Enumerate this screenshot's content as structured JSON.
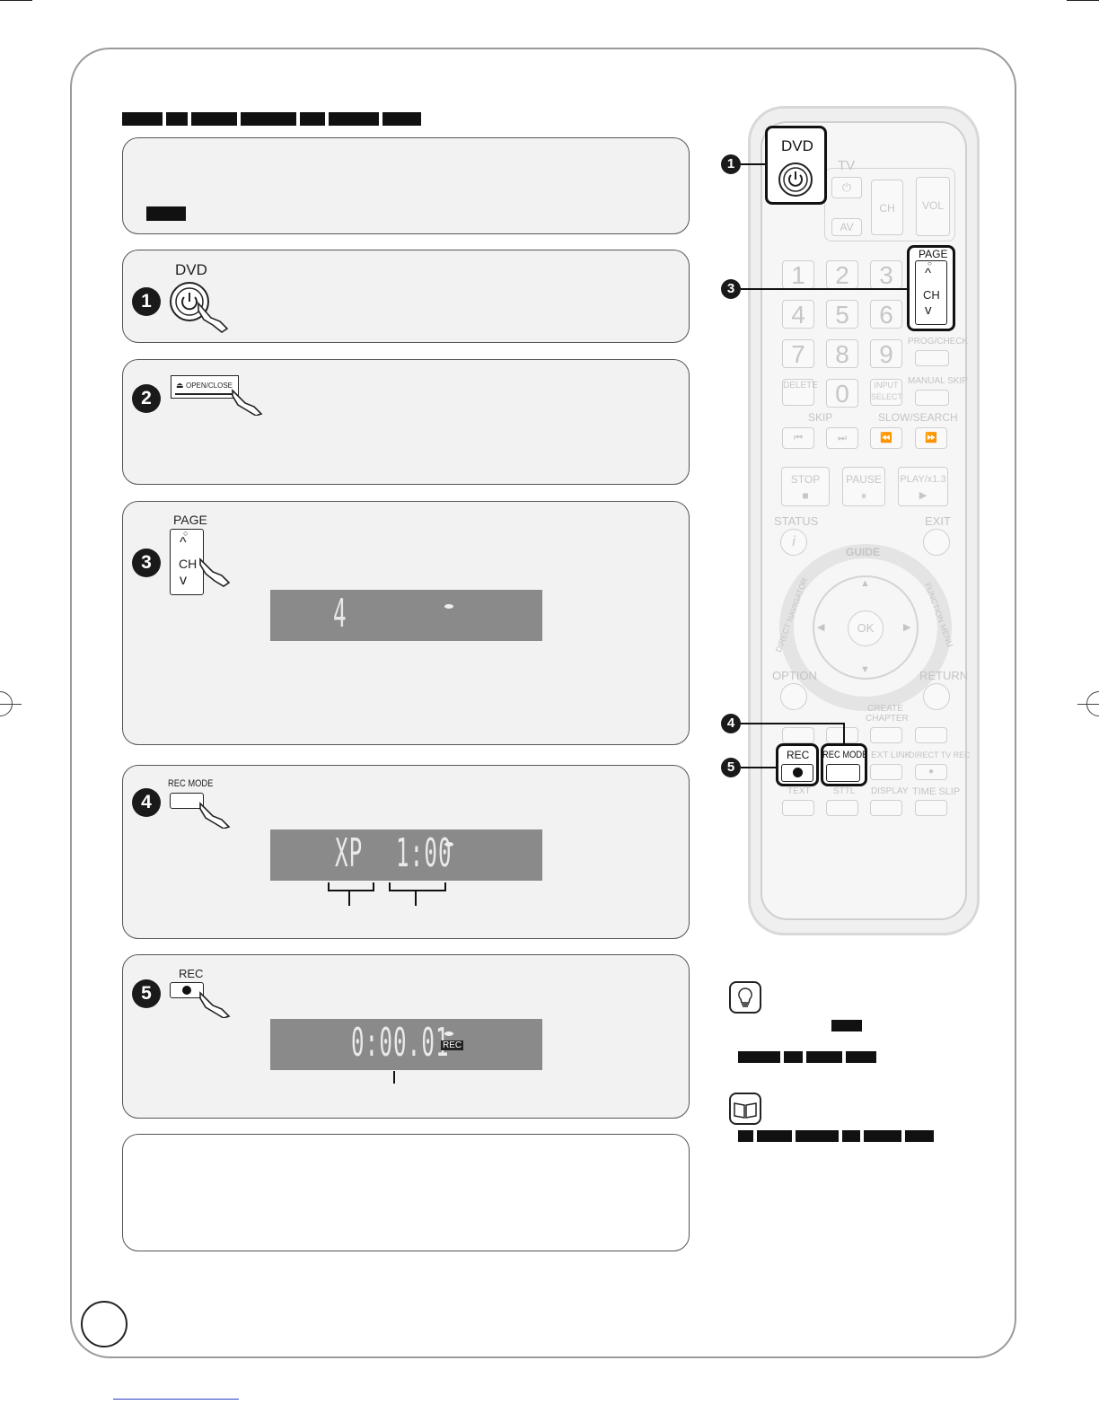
{
  "remote_labels": {
    "dvd": "DVD",
    "tv": "TV",
    "av": "AV",
    "ch": "CH",
    "vol": "VOL",
    "page": "PAGE",
    "prog_check": "PROG/CHECK",
    "delete": "DELETE",
    "input_select": "INPUT SELECT",
    "manual_skip": "MANUAL SKIP",
    "skip": "SKIP",
    "slow_search": "SLOW/SEARCH",
    "stop": "STOP",
    "pause": "PAUSE",
    "play": "PLAY/x1.3",
    "status": "STATUS",
    "exit": "EXIT",
    "guide": "GUIDE",
    "direct_navigator": "DIRECT NAVIGATOR",
    "function_menu": "FUNCTION MENU",
    "ok": "OK",
    "option": "OPTION",
    "return": "RETURN",
    "create_chapter": "CREATE CHAPTER",
    "rec": "REC",
    "rec_mode": "REC MODE",
    "ext_link": "EXT LINK",
    "direct_tv_rec": "DIRECT TV REC",
    "text": "TEXT",
    "sttl": "STTL",
    "display": "DISPLAY",
    "time_slip": "TIME SLIP",
    "digits": [
      "1",
      "2",
      "3",
      "4",
      "5",
      "6",
      "7",
      "8",
      "9",
      "0"
    ]
  },
  "steps": {
    "s1": {
      "num": "1",
      "key": "DVD"
    },
    "s2": {
      "num": "2",
      "key": "OPEN/CLOSE"
    },
    "s3": {
      "num": "3",
      "key_top": "PAGE",
      "key_mid": "CH",
      "lcd": "4"
    },
    "s4": {
      "num": "4",
      "key": "REC MODE",
      "lcd_mode": "XP",
      "lcd_time": "1:00"
    },
    "s5": {
      "num": "5",
      "key": "REC",
      "lcd": "0:00.01",
      "lcd_badge": "REC"
    }
  },
  "callouts": [
    "1",
    "3",
    "4",
    "5"
  ]
}
